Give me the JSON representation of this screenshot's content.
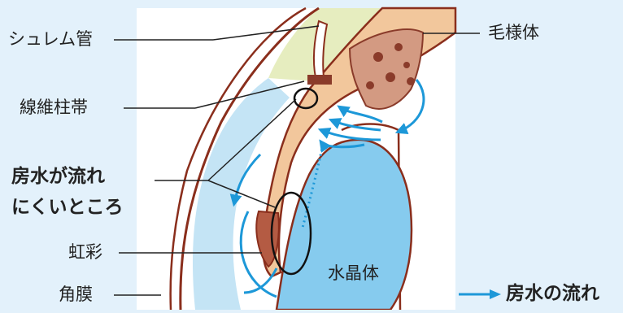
{
  "labels": {
    "schlemm": "シュレム管",
    "zonule": "線維柱帯",
    "hard_flow_line1": "房水が流れ",
    "hard_flow_line2": "にくいところ",
    "iris": "虹彩",
    "cornea": "角膜",
    "ciliary": "毛様体",
    "lens": "水晶体"
  },
  "legend": {
    "flow": "房水の流れ"
  },
  "colors": {
    "background": "#e3f1fb",
    "cornea_fill": "#c4e4f5",
    "sclera_fill": "#e6edbf",
    "tissue_fill": "#f2c79c",
    "tissue_dark": "#d39a82",
    "pigment": "#8a3b2a",
    "outline": "#8a2e1c",
    "lens_fill": "#86cbee",
    "flow_arrow": "#1d98d8"
  }
}
